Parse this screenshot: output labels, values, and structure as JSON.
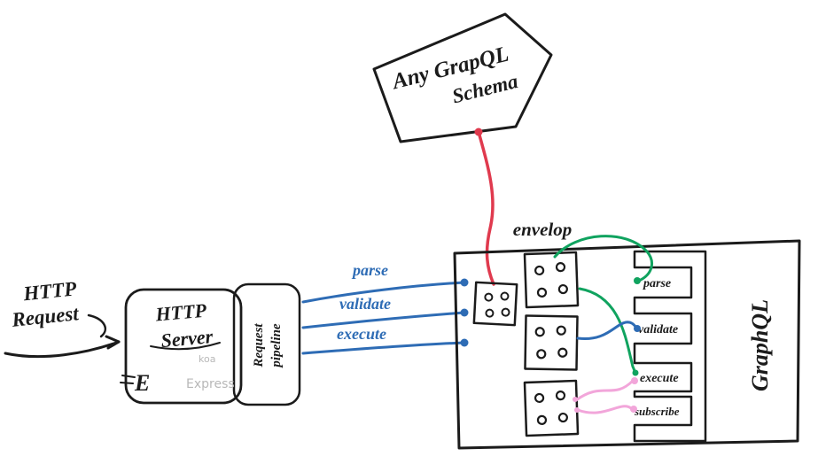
{
  "http_request": {
    "line1": "HTTP",
    "line2": "Request"
  },
  "server": {
    "line1": "HTTP",
    "line2": "Server",
    "koa": "koa",
    "express": "Express",
    "logo": "E"
  },
  "pipeline": {
    "line1": "Request",
    "line2": "pipeline"
  },
  "blue_links": [
    "parse",
    "validate",
    "execute"
  ],
  "schema": {
    "line1": "Any GrapQL",
    "line2": "Schema"
  },
  "envelop": {
    "title": "envelop",
    "slots": [
      "parse",
      "validate",
      "execute",
      "subscribe"
    ],
    "graphql": "GraphQL"
  },
  "colors": {
    "ink": "#1b1b1b",
    "blue": "#2e6cb5",
    "red": "#e03a4e",
    "green": "#10a35f",
    "pink": "#f2a6da",
    "muted_gray": "#b8b8b8"
  }
}
